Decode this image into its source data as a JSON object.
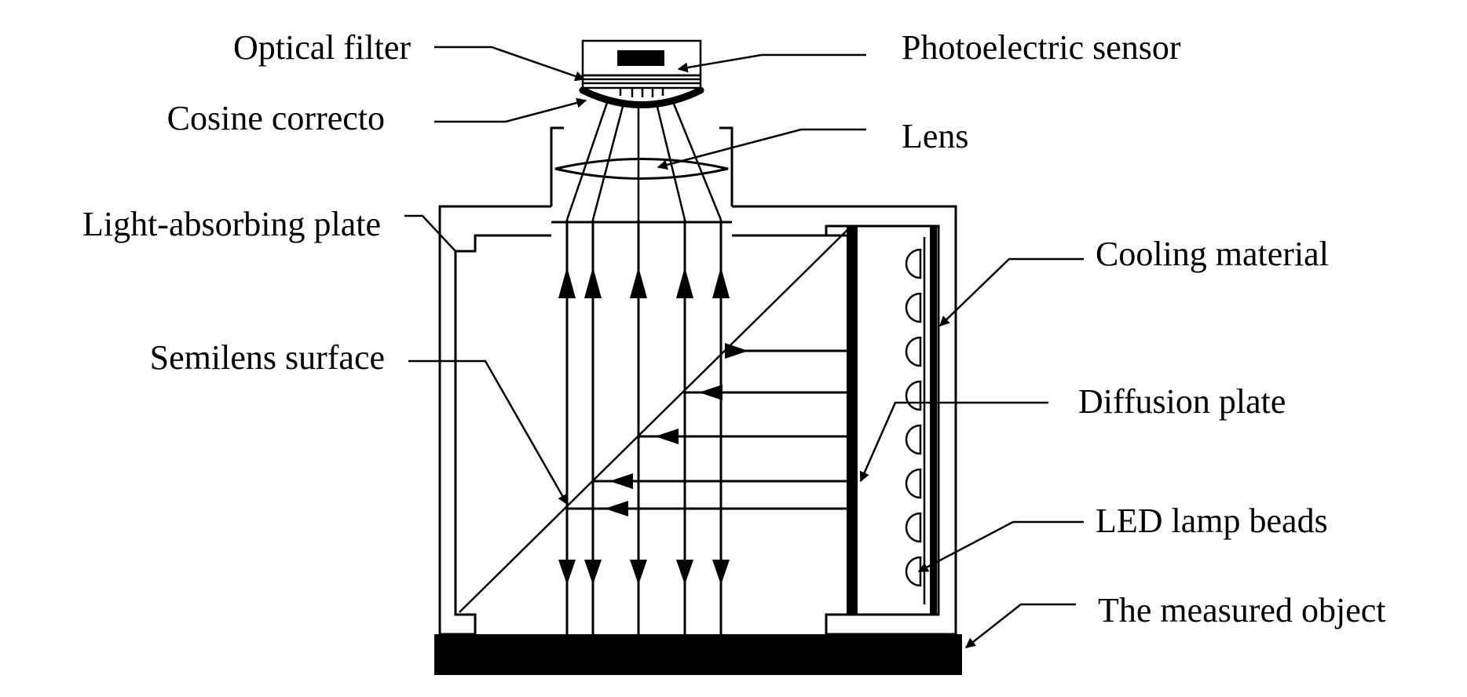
{
  "labels": {
    "optical_filter": "Optical filter",
    "cosine_corrector": "Cosine correcto",
    "light_absorbing_plate": "Light-absorbing plate",
    "semilens_surface": "Semilens surface",
    "photoelectric_sensor": "Photoelectric sensor",
    "lens": "Lens",
    "cooling_material": "Cooling material",
    "diffusion_plate": "Diffusion plate",
    "led_lamp_beads": "LED lamp beads",
    "measured_object": "The measured object"
  },
  "colors": {
    "ink": "#000000",
    "background": "#ffffff"
  }
}
